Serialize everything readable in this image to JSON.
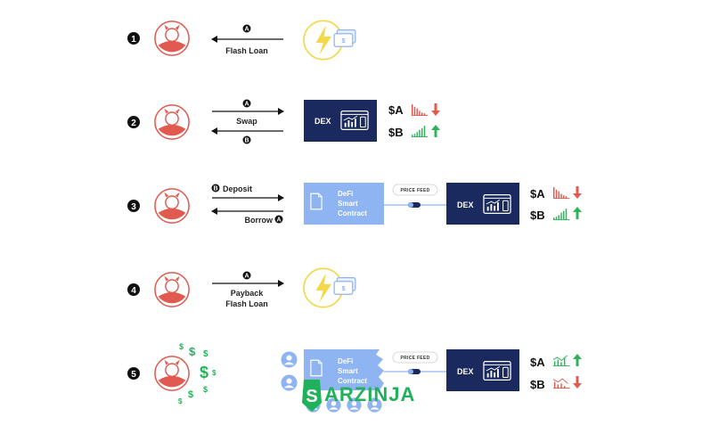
{
  "steps": [
    {
      "number": "1",
      "label": "Flash Loan",
      "badge": "A"
    },
    {
      "number": "2",
      "label": "Swap",
      "badges": [
        "A",
        "B"
      ],
      "dex": "DEX",
      "tokens": [
        "$A",
        "$B"
      ]
    },
    {
      "number": "3",
      "deposit": "Deposit",
      "borrow": "Borrow",
      "badges": [
        "B",
        "A"
      ],
      "defi": [
        "DeFi",
        "Smart",
        "Contract"
      ],
      "price_feed": "PRICE FEED",
      "dex": "DEX",
      "tokens": [
        "$A",
        "$B"
      ]
    },
    {
      "number": "4",
      "label_lines": [
        "Payback",
        "Flash Loan"
      ],
      "badge": "A"
    },
    {
      "number": "5",
      "defi": [
        "DeFi",
        "Smart",
        "Contract"
      ],
      "price_feed": "PRICE FEED",
      "dex": "DEX",
      "tokens": [
        "$A",
        "$B"
      ],
      "dollar": "$"
    }
  ],
  "brand": {
    "name": "ARZINJA",
    "logo_letter": "S"
  },
  "colors": {
    "navy": "#1b2a5e",
    "lightblue": "#8fb4f2",
    "red": "#e05a4f",
    "green": "#2fb35a",
    "yellow": "#f3d84b",
    "face": "#f2aaa0"
  },
  "icons": [
    "devil-avatar-icon",
    "lightning-coin-icon",
    "dex-chart-icon",
    "document-icon",
    "up-arrow-icon",
    "down-arrow-icon",
    "user-icon"
  ]
}
